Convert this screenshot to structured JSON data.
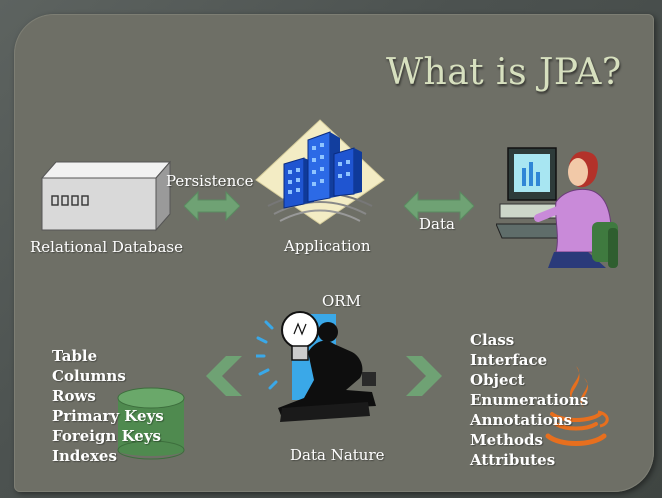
{
  "title": "What is JPA?",
  "top_row": {
    "database_label": "Relational Database",
    "persistence_label": "Persistence",
    "application_label": "Application",
    "data_label": "Data"
  },
  "bottom_row": {
    "orm_label": "ORM",
    "data_nature_label": "Data Nature",
    "db_terms": [
      "Table",
      "Columns",
      "Rows",
      "Primary Keys",
      "Foreign Keys",
      "Indexes"
    ],
    "java_terms": [
      "Class",
      "Interface",
      "Object",
      "Enumerations",
      "Annotations",
      "Methods",
      "Attributes"
    ]
  },
  "colors": {
    "background": "#6e6f66",
    "title": "#d7e0bf",
    "arrow": "#6fa274",
    "text": "#ffffff"
  }
}
